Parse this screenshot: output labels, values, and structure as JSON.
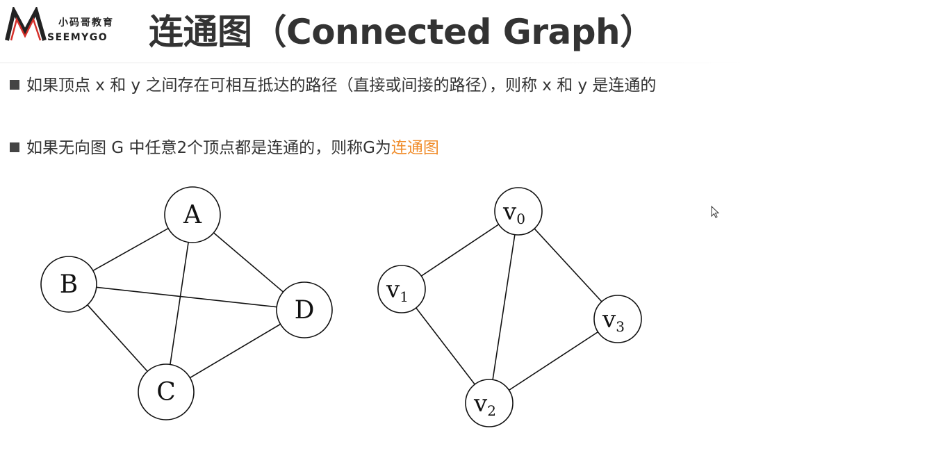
{
  "logo": {
    "cn": "小码哥教育",
    "en": "SEEMYGO"
  },
  "title": "连通图（Connected Graph）",
  "bullets": [
    {
      "text": "如果顶点 x 和 y 之间存在可相互抵达的路径（直接或间接的路径），则称 x 和 y 是连通的",
      "highlight": ""
    },
    {
      "text": "如果无向图 G 中任意2个顶点都是连通的，则称G为",
      "highlight": "连通图"
    }
  ],
  "colors": {
    "highlight": "#f08c2a",
    "logo_red": "#d6302a"
  },
  "graphs": [
    {
      "nodes": [
        {
          "id": "A",
          "label": "A"
        },
        {
          "id": "B",
          "label": "B"
        },
        {
          "id": "C",
          "label": "C"
        },
        {
          "id": "D",
          "label": "D"
        }
      ],
      "edges": [
        [
          "A",
          "B"
        ],
        [
          "A",
          "C"
        ],
        [
          "A",
          "D"
        ],
        [
          "B",
          "C"
        ],
        [
          "B",
          "D"
        ],
        [
          "C",
          "D"
        ]
      ]
    },
    {
      "nodes": [
        {
          "id": "v0",
          "label": "v",
          "sub": "0"
        },
        {
          "id": "v1",
          "label": "v",
          "sub": "1"
        },
        {
          "id": "v2",
          "label": "v",
          "sub": "2"
        },
        {
          "id": "v3",
          "label": "v",
          "sub": "3"
        }
      ],
      "edges": [
        [
          "v0",
          "v1"
        ],
        [
          "v0",
          "v2"
        ],
        [
          "v0",
          "v3"
        ],
        [
          "v1",
          "v2"
        ],
        [
          "v2",
          "v3"
        ]
      ]
    }
  ]
}
